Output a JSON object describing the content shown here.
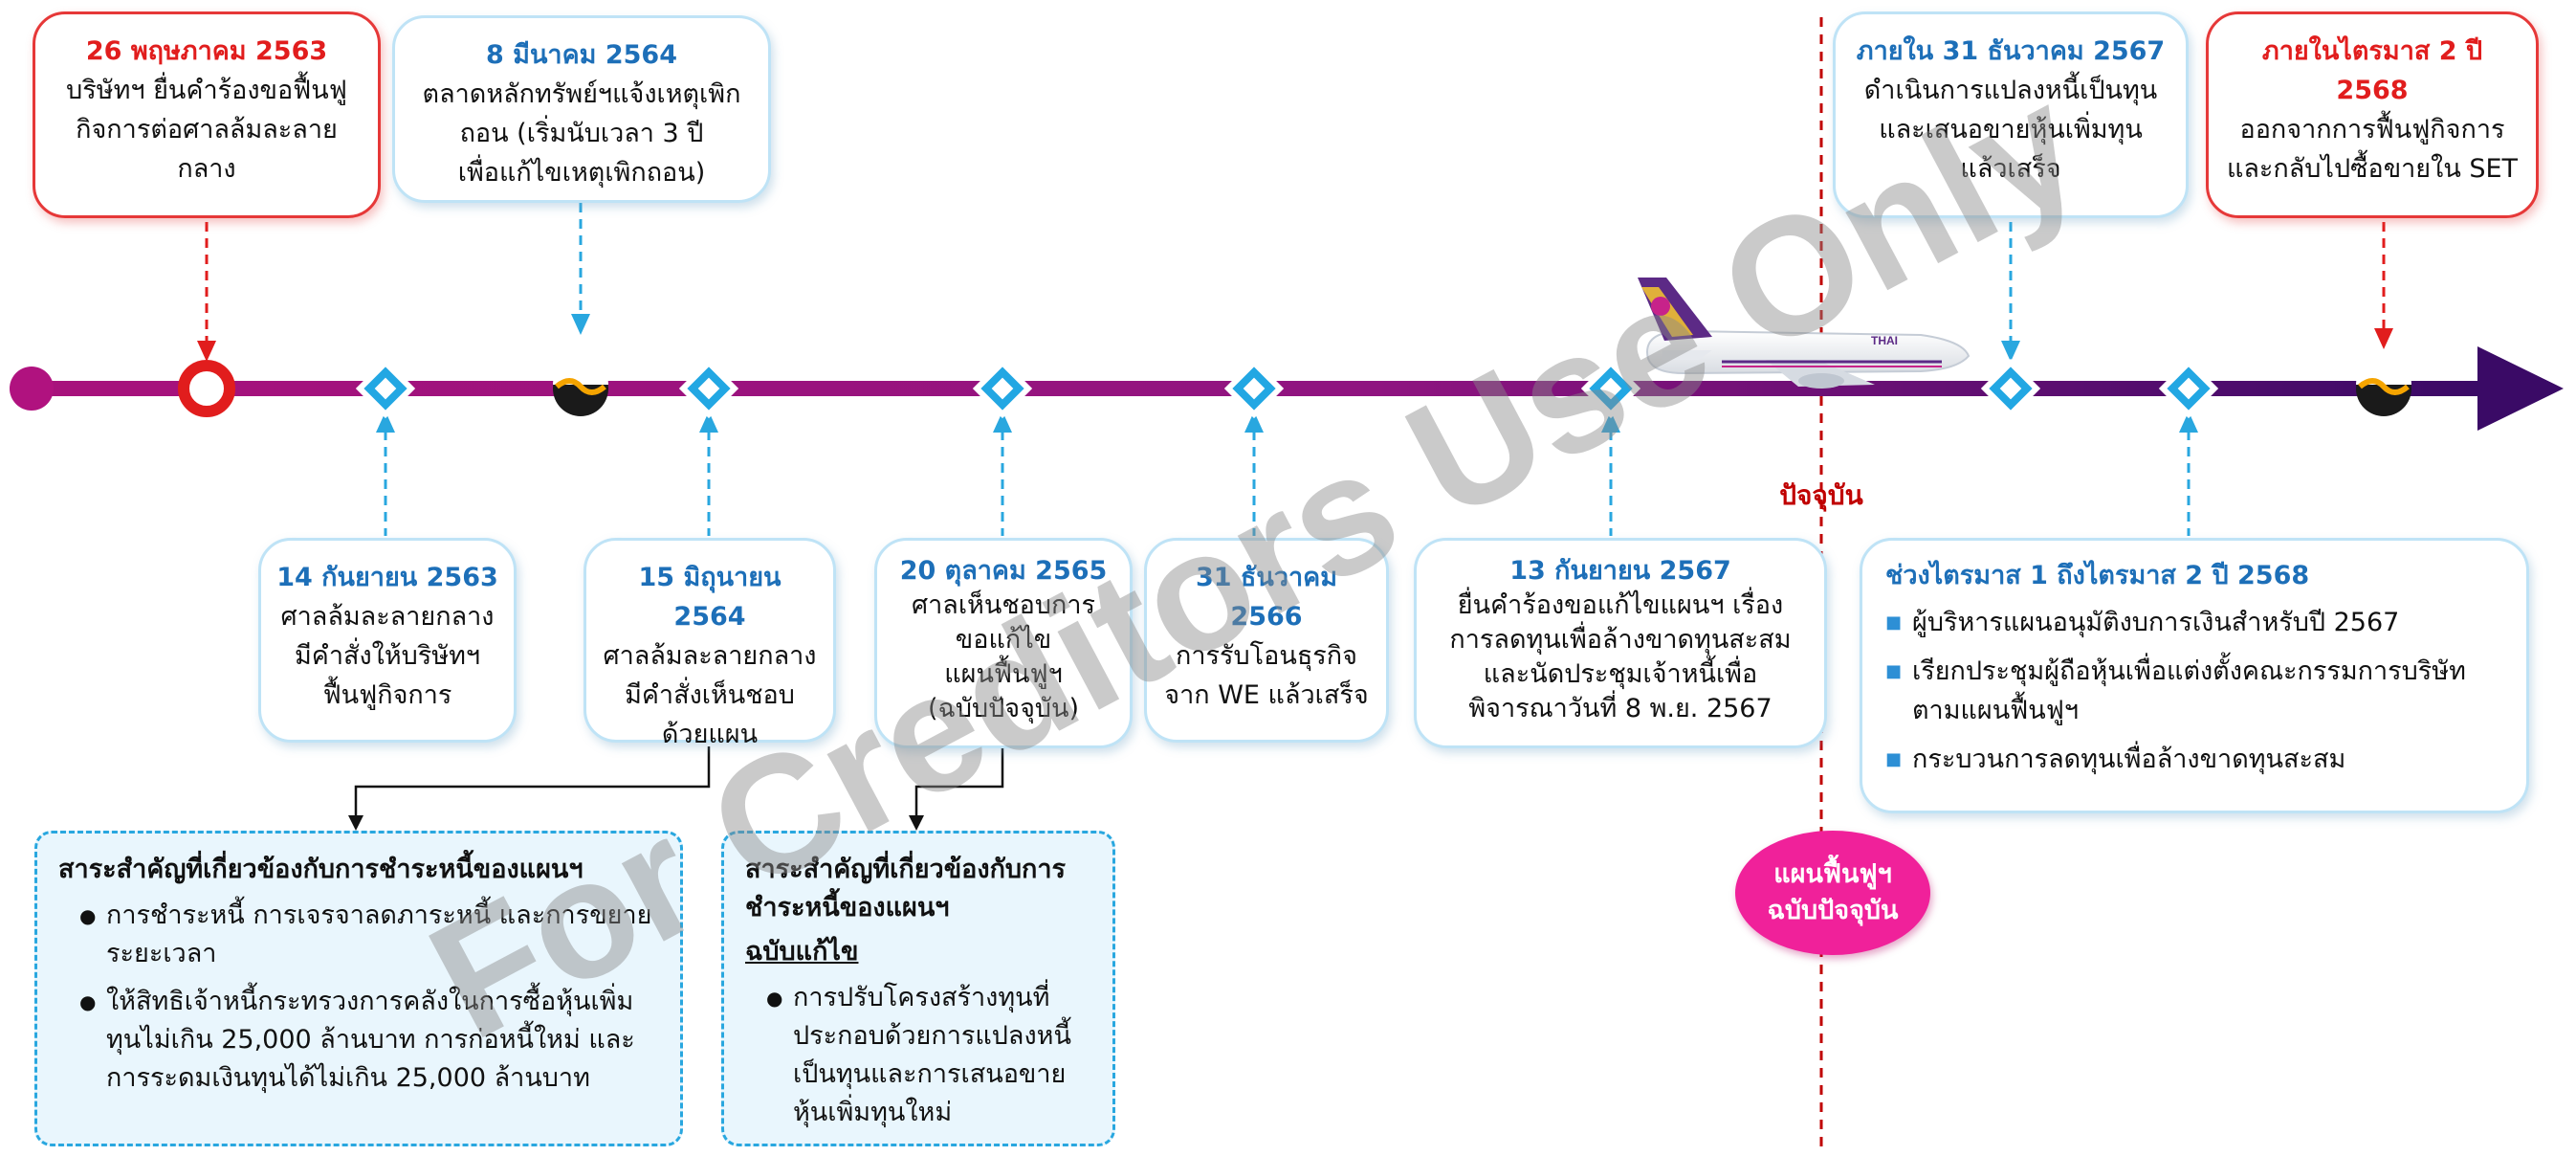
{
  "events_top": [
    {
      "date": "26 พฤษภาคม 2563",
      "lines": [
        "บริษัทฯ ยื่นคำร้องขอฟื้นฟู",
        "กิจการต่อศาลล้มละลาย",
        "กลาง"
      ]
    },
    {
      "date": "8 มีนาคม 2564",
      "lines": [
        "ตลาดหลักทรัพย์ฯแจ้งเหตุเพิก",
        "ถอน (เริ่มนับเวลา 3 ปี",
        "เพื่อแก้ไขเหตุเพิกถอน)"
      ]
    },
    {
      "date": "ภายใน 31 ธันวาคม 2567",
      "lines": [
        "ดำเนินการแปลงหนี้เป็นทุน",
        "และเสนอขายหุ้นเพิ่มทุน",
        "แล้วเสร็จ"
      ]
    },
    {
      "date": "ภายในไตรมาส 2 ปี 2568",
      "lines": [
        "ออกจากการฟื้นฟูกิจการ",
        "และกลับไปซื้อขายใน SET"
      ]
    }
  ],
  "events_bottom": [
    {
      "date": "14 กันยายน 2563",
      "lines": [
        "ศาลล้มละลายกลาง",
        "มีคำสั่งให้บริษัทฯ",
        "ฟื้นฟูกิจการ"
      ]
    },
    {
      "date": "15 มิถุนายน 2564",
      "lines": [
        "ศาลล้มละลายกลาง",
        "มีคำสั่งเห็นชอบ",
        "ด้วยแผน"
      ]
    },
    {
      "date": "20 ตุลาคม 2565",
      "lines": [
        "ศาลเห็นชอบการ",
        "ขอแก้ไข",
        "แผนฟื้นฟูฯ",
        "(ฉบับปัจจุบัน)"
      ]
    },
    {
      "date": "31 ธันวาคม 2566",
      "lines": [
        "การรับโอนธุรกิจ",
        "จาก WE แล้วเสร็จ"
      ]
    },
    {
      "date": "13 กันยายน 2567",
      "lines": [
        "ยื่นคำร้องขอแก้ไขแผนฯ เรื่อง",
        "การลดทุนเพื่อล้างขาดทุนสะสม",
        "และนัดประชุมเจ้าหนี้เพื่อ",
        "พิจารณาวันที่ 8 พ.ย. 2567"
      ]
    }
  ],
  "plan_box_1": {
    "title": "สาระสำคัญที่เกี่ยวข้องกับการชำระหนี้ของแผนฯ",
    "bullets": [
      "การชำระหนี้ การเจรจาลดภาระหนี้ และการขยายระยะเวลา",
      "ให้สิทธิเจ้าหนี้กระทรวงการคลังในการซื้อหุ้นเพิ่มทุนไม่เกิน 25,000 ล้านบาท การก่อหนี้ใหม่ และการระดมเงินทุนได้ไม่เกิน 25,000 ล้านบาท"
    ]
  },
  "plan_box_2": {
    "title": "สาระสำคัญที่เกี่ยวข้องกับการชำระหนี้ของแผนฯ",
    "subtitle": "ฉบับแก้ไข",
    "bullets": [
      "การปรับโครงสร้างทุนที่ประกอบด้วยการแปลงหนี้เป็นทุนและการเสนอขายหุ้นเพิ่มทุนใหม่"
    ]
  },
  "q_box": {
    "title": "ช่วงไตรมาส 1 ถึงไตรมาส 2 ปี 2568",
    "bullets": [
      "ผู้บริหารแผนอนุมัติงบการเงินสำหรับปี 2567",
      "เรียกประชุมผู้ถือหุ้นเพื่อแต่งตั้งคณะกรรมการบริษัทตามแผนฟื้นฟูฯ",
      "กระบวนการลดทุนเพื่อล้างขาดทุนสะสม"
    ]
  },
  "current_label": "ปัจจุบัน",
  "current_plan_badge": [
    "แผนฟื้นฟูฯ",
    "ฉบับปัจจุบัน"
  ],
  "plane_livery": "THAI",
  "watermark": "For Creditors Use Only",
  "colors": {
    "timeline": "#a8127c",
    "timeline_end": "#3a0a66",
    "diamond": "#22a7e3",
    "red": "#e11d1d",
    "date_blue": "#1d6fb8",
    "current_red": "#c00000",
    "badge_pink": "#f0219a"
  }
}
